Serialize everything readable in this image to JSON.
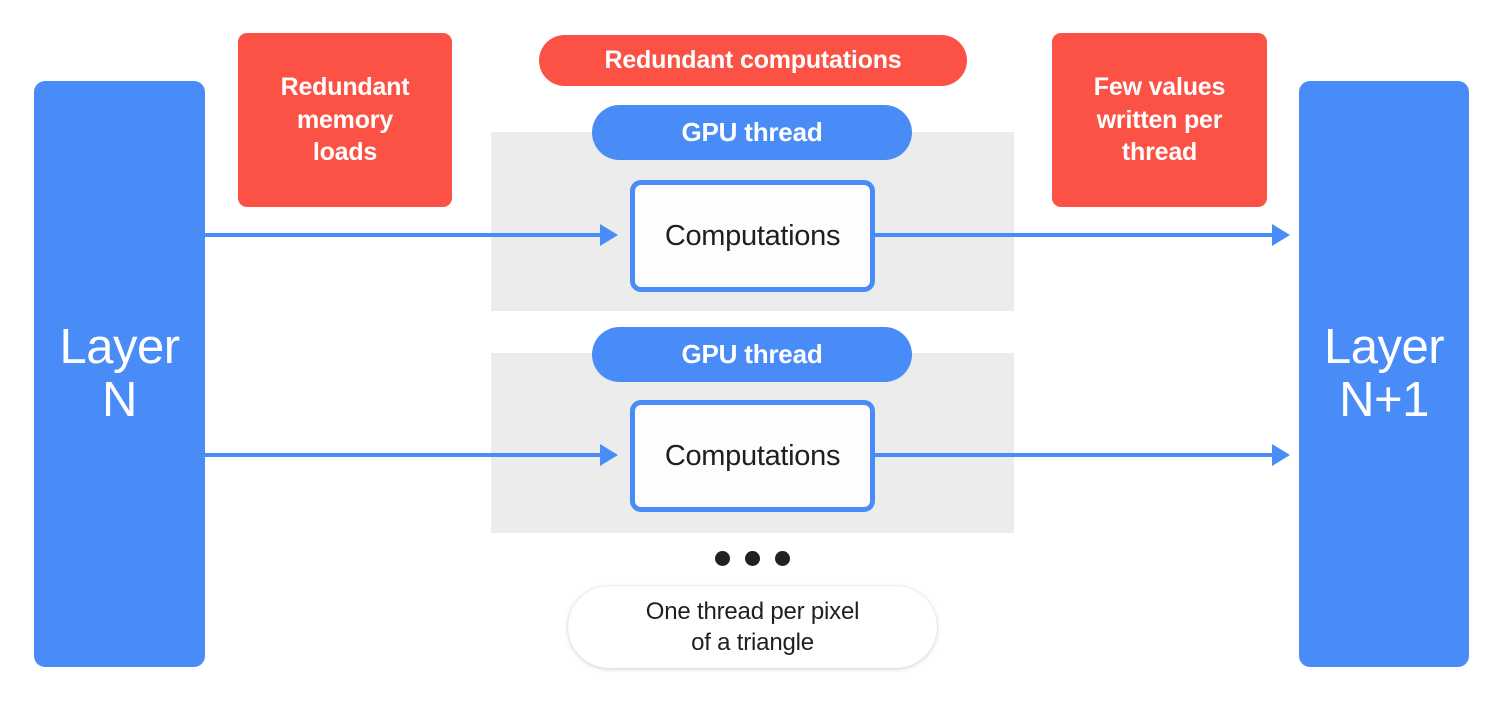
{
  "diagram": {
    "title": "GPU thread-per-pixel redundancy diagram",
    "colors": {
      "blue": "#4A8CF7",
      "red": "#FC5245",
      "band_gray": "#ECECEC",
      "text_dark": "#1F1F1F",
      "white": "#FFFFFF"
    }
  },
  "layers": {
    "input": {
      "label": "Layer\nN"
    },
    "output": {
      "label": "Layer\nN+1"
    }
  },
  "annotations": {
    "memory_loads": {
      "label": "Redundant\nmemory\nloads"
    },
    "redundant_computations": {
      "label": "Redundant computations"
    },
    "few_values": {
      "label": "Few values\nwritten per\nthread"
    }
  },
  "threads": [
    {
      "pill_label": "GPU thread",
      "box_label": "Computations"
    },
    {
      "pill_label": "GPU thread",
      "box_label": "Computations"
    }
  ],
  "ellipsis": {
    "dots": 3,
    "meaning": "more threads"
  },
  "caption": {
    "label": "One thread per pixel\nof a triangle"
  }
}
